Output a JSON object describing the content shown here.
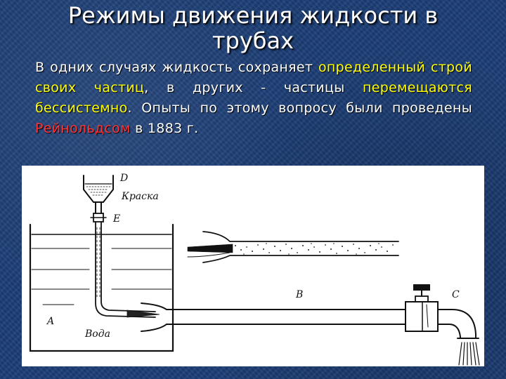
{
  "slide": {
    "title": "Режимы движения жидкости в трубах",
    "paragraph": {
      "p1": "В одних случаях жидкость сохраняет ",
      "h1": "определенный строй своих частиц",
      "p2": ", в других - частицы ",
      "h2": "перемещаются бессистемно",
      "p3": ". Опыты по этому вопросу были проведены ",
      "h3": "Рейнольдсом",
      "p4": " в 1883 г."
    }
  },
  "figure": {
    "labels": {
      "d": "D",
      "dye": "Краска",
      "e": "E",
      "a": "A",
      "water": "Вода",
      "b": "B",
      "c": "C"
    }
  },
  "colors": {
    "background": "#1d3f78",
    "highlight_yellow": "#ffff00",
    "highlight_red": "#ff3333"
  }
}
